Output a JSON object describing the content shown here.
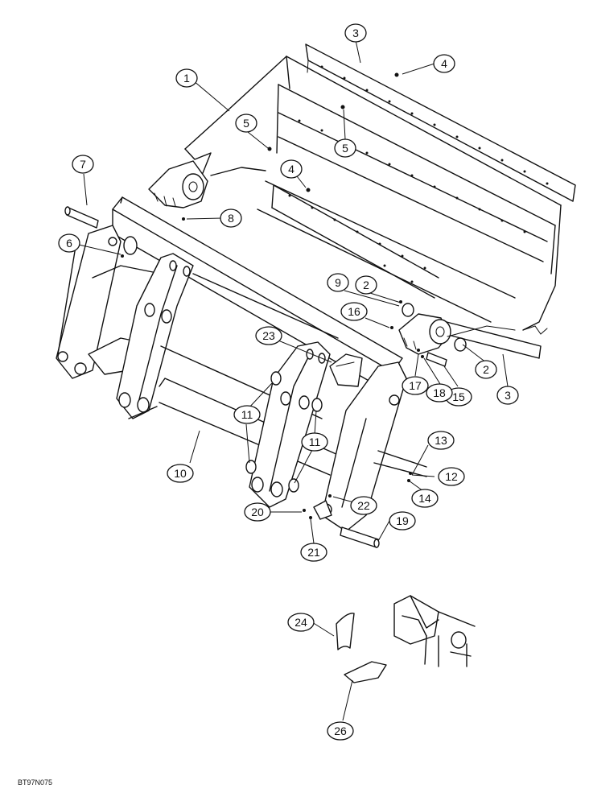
{
  "diagram": {
    "drawing_code": "BT97N075",
    "callouts": [
      "1",
      "2",
      "2",
      "3",
      "3",
      "4",
      "4",
      "5",
      "5",
      "6",
      "7",
      "8",
      "9",
      "10",
      "11",
      "11",
      "12",
      "13",
      "14",
      "15",
      "16",
      "17",
      "18",
      "19",
      "20",
      "21",
      "22",
      "23",
      "24",
      "26"
    ]
  }
}
